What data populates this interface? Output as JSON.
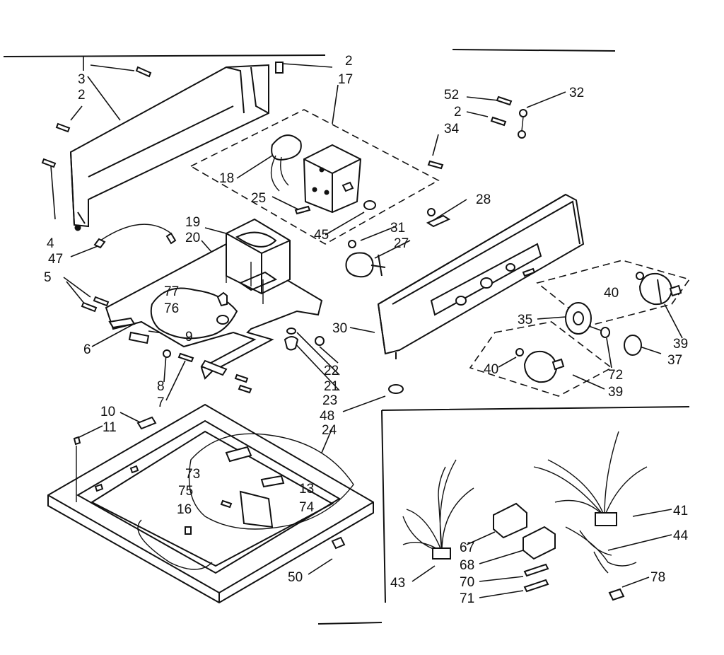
{
  "diagram": {
    "part_numbers": [
      "2",
      "3",
      "2",
      "17",
      "52",
      "32",
      "2",
      "34",
      "18",
      "25",
      "45",
      "28",
      "4",
      "47",
      "19",
      "20",
      "31",
      "27",
      "5",
      "77",
      "76",
      "30",
      "40",
      "35",
      "9",
      "6",
      "22",
      "21",
      "8",
      "7",
      "23",
      "48",
      "39",
      "72",
      "37",
      "40",
      "39",
      "10",
      "11",
      "24",
      "73",
      "13",
      "75",
      "74",
      "16",
      "50",
      "41",
      "67",
      "44",
      "68",
      "70",
      "78",
      "43",
      "71"
    ]
  }
}
